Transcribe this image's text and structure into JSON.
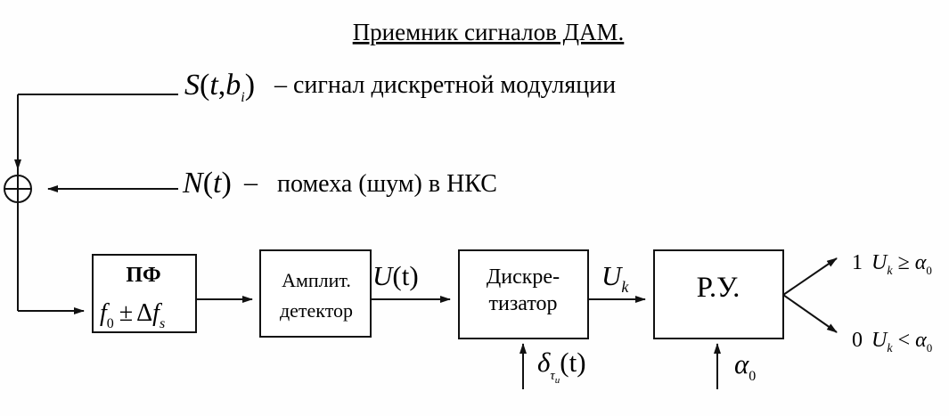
{
  "title": "Приемник сигналов ДАМ.",
  "signal_label": "– сигнал дискретной модуляции",
  "signal_symbol": "S",
  "signal_paren_open": "(",
  "signal_var_t": "t",
  "signal_comma": ",",
  "signal_var_b": "b",
  "signal_sub_i": "i",
  "signal_paren_close": ")",
  "noise_symbol": "N",
  "noise_paren_open": "(",
  "noise_var_t": "t",
  "noise_paren_close": ")",
  "noise_dash": "–",
  "noise_label": "помеха (шум) в НКС",
  "blocks": {
    "pf_top": "ПФ",
    "pf_bottom": "f",
    "pf_sub0": "0",
    "pf_pm": "±",
    "pf_delta": "Δ",
    "pf_f": "f",
    "pf_sub_s": "s",
    "amp_top": "Амплит.",
    "amp_bottom": "детектор",
    "disc_top": "Дискре-",
    "disc_bottom": "тизатор",
    "ru": "Р.У."
  },
  "signals": {
    "u_t_u": "U",
    "u_t_paren": "(t)",
    "uk_u": "U",
    "uk_k": "k",
    "delta": "δ",
    "delta_sub_tau": "τ",
    "delta_sub_u": "и",
    "delta_paren": "(t)",
    "alpha_input": "α",
    "alpha_input_sub": "0",
    "out_one_value": "1",
    "out_one_u": "U",
    "out_one_k": "k",
    "out_one_op": "≥",
    "out_one_alpha": "α",
    "out_one_alpha_sub": "0",
    "out_zero_value": "0",
    "out_zero_u": "U",
    "out_zero_k": "k",
    "out_zero_op": "<",
    "out_zero_alpha": "α",
    "out_zero_alpha_sub": "0"
  }
}
